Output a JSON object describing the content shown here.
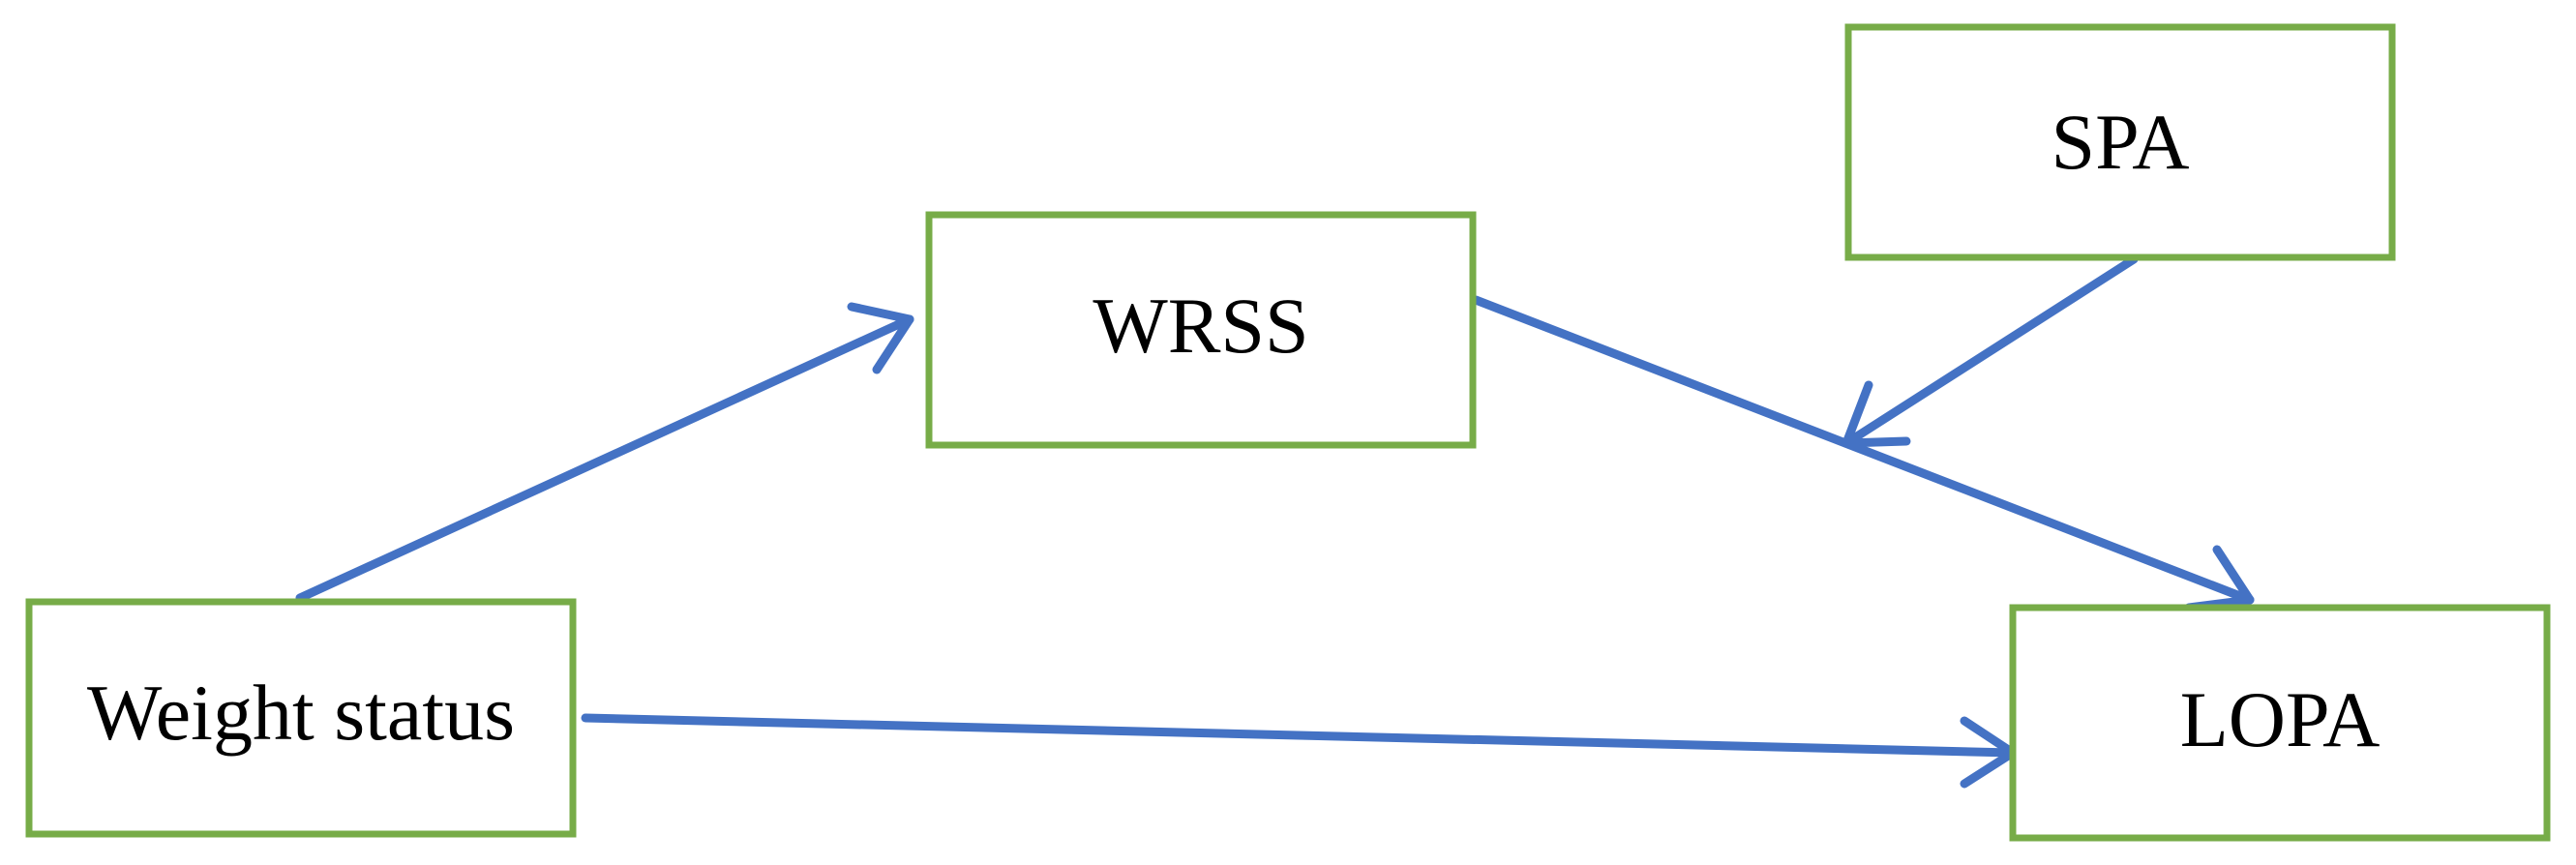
{
  "nodes": {
    "weight_status": "Weight status",
    "wrss": "WRSS",
    "spa": "SPA",
    "lopa": "LOPA"
  },
  "edges": [
    {
      "from": "weight_status",
      "to": "wrss"
    },
    {
      "from": "wrss",
      "to": "lopa"
    },
    {
      "from": "weight_status",
      "to": "lopa"
    },
    {
      "from": "spa",
      "to": "wrss-lopa-path"
    }
  ],
  "colors": {
    "box_border": "#77ac48",
    "arrow": "#4472c4",
    "text": "#000000",
    "background": "#ffffff"
  }
}
